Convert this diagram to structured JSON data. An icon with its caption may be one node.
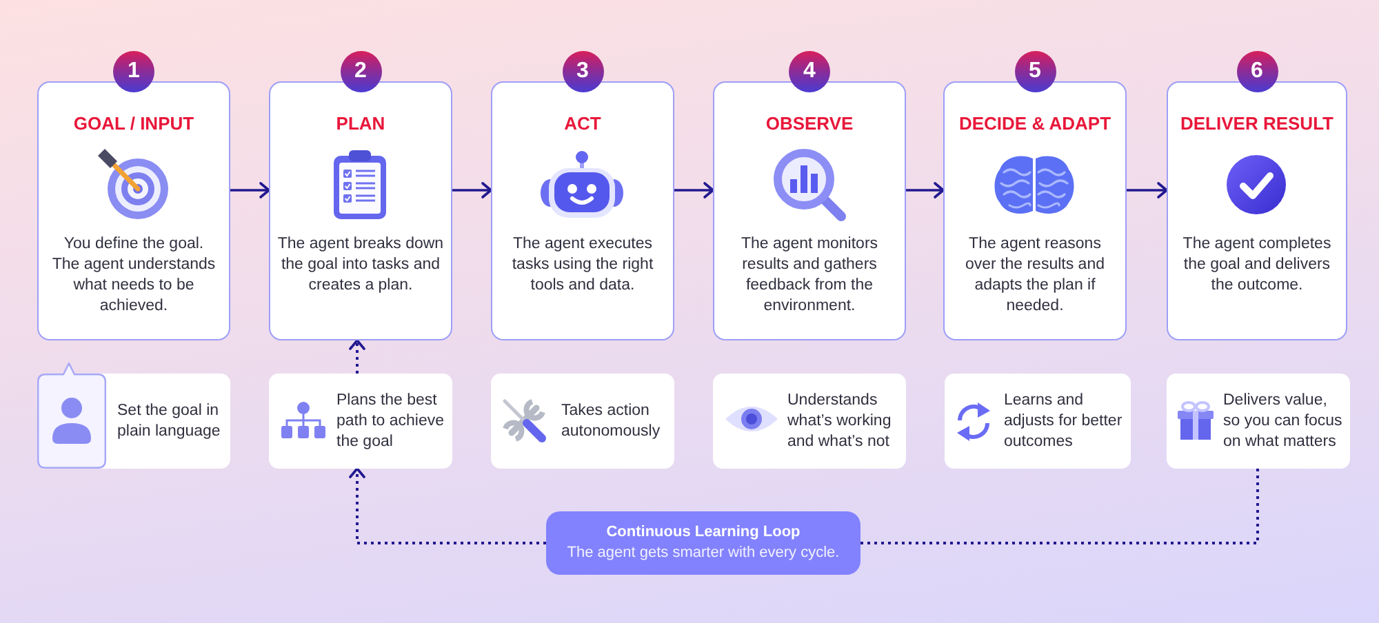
{
  "diagram": {
    "nodes": [
      {
        "text": [
          "1"
        ]
      },
      {
        "text": [
          "2"
        ]
      },
      {
        "text": [
          "3"
        ]
      },
      {
        "text": [
          "4"
        ]
      },
      {
        "text": [
          "5"
        ]
      },
      {
        "text": [
          "6"
        ]
      },
      {
        "text": [
          "GOAL / INPUT",
          "You define the goal. The agent understands what needs to be achieved."
        ]
      },
      {
        "text": [
          "PLAN",
          "The agent breaks down the goal into tasks and creates a plan."
        ]
      },
      {
        "text": [
          "ACT",
          "The agent executes tasks using the right tools and data."
        ]
      },
      {
        "text": [
          "OBSERVE",
          "The agent monitors results and gathers feedback from the environment."
        ]
      },
      {
        "text": [
          "DECIDE & ADAPT",
          "The agent reasons over the results and adapts the plan if needed."
        ]
      },
      {
        "text": [
          "DELIVER RESULT",
          "The agent completes the goal and delivers the outcome."
        ]
      },
      {
        "text": [
          "Set the goal in plain language"
        ]
      },
      {
        "text": [
          "Plans the best path to achieve the goal"
        ]
      },
      {
        "text": [
          "Takes action autonomously"
        ]
      },
      {
        "text": [
          "Understands what’s working and what’s not"
        ]
      },
      {
        "text": [
          "Learns and adjusts for better outcomes"
        ]
      },
      {
        "text": [
          "Delivers value, so you can focus on what matters"
        ]
      },
      {
        "text": [
          "Continuous Learning Loop",
          "The agent gets smarter with every cycle."
        ]
      }
    ],
    "edges": [
      {
        "from": 6,
        "to": 7,
        "arrow": "to"
      },
      {
        "from": 7,
        "to": 8,
        "arrow": "to"
      },
      {
        "from": 8,
        "to": 9,
        "arrow": "to"
      },
      {
        "from": 9,
        "to": 10,
        "arrow": "to"
      },
      {
        "from": 10,
        "to": 11,
        "arrow": "to"
      },
      {
        "from": 13,
        "to": 7,
        "arrow": "to",
        "style": "dashed"
      },
      {
        "from": 17,
        "to": 18,
        "arrow": "none",
        "style": "dashed"
      },
      {
        "from": 18,
        "to": 13,
        "arrow": "to",
        "style": "dashed"
      }
    ]
  }
}
